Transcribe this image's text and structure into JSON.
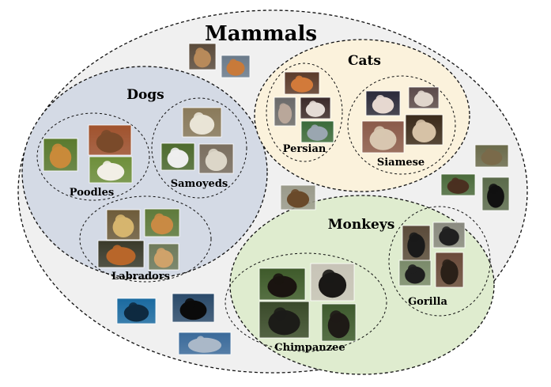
{
  "diagram": {
    "title": "Mammals",
    "groups": {
      "dogs": {
        "label": "Dogs",
        "subgroups": {
          "poodles": "Poodles",
          "samoyeds": "Samoyeds",
          "labradors": "Labradors"
        }
      },
      "cats": {
        "label": "Cats",
        "subgroups": {
          "persian": "Persian",
          "siamese": "Siamese"
        }
      },
      "monkeys": {
        "label": "Monkeys",
        "subgroups": {
          "chimpanzee": "Chimpanzee",
          "gorilla": "Gorilla"
        }
      }
    },
    "colors": {
      "mammals_fill": "#f0f0f0",
      "dogs_fill": "#d4dae5",
      "cats_fill": "#fbf2dc",
      "monkeys_fill": "#dfeccf",
      "outline": "#111111"
    },
    "photos": [
      {
        "name": "poodle-photo",
        "subject": "poodle",
        "c1": "#5a7a2e",
        "c2": "#c98a3a"
      },
      {
        "name": "poodle-photo",
        "subject": "poodle",
        "c1": "#a0522d",
        "c2": "#7a4a2a"
      },
      {
        "name": "poodle-photo",
        "subject": "poodle",
        "c1": "#6e8f3a",
        "c2": "#f2efe6"
      },
      {
        "name": "samoyed-photo",
        "subject": "samoyed",
        "c1": "#8a7a5a",
        "c2": "#e9e4d6"
      },
      {
        "name": "samoyed-photo",
        "subject": "samoyed",
        "c1": "#4d6a2d",
        "c2": "#eeeeee"
      },
      {
        "name": "samoyed-photo",
        "subject": "samoyed",
        "c1": "#7a6e5e",
        "c2": "#dcd6c8"
      },
      {
        "name": "labrador-photo",
        "subject": "labrador",
        "c1": "#6e5c3a",
        "c2": "#d6b56e"
      },
      {
        "name": "labrador-photo",
        "subject": "labrador",
        "c1": "#5e7a3a",
        "c2": "#c98a44"
      },
      {
        "name": "labrador-photo",
        "subject": "labrador",
        "c1": "#3a3a2a",
        "c2": "#b8662a"
      },
      {
        "name": "labrador-photo",
        "subject": "labrador",
        "c1": "#6e7a5a",
        "c2": "#cfa26a"
      },
      {
        "name": "persian-cat-photo",
        "subject": "persian cat",
        "c1": "#5a3a2a",
        "c2": "#d27a3a"
      },
      {
        "name": "persian-cat-photo",
        "subject": "persian cat",
        "c1": "#6a6a6a",
        "c2": "#b9a79a"
      },
      {
        "name": "persian-cat-photo",
        "subject": "persian cat",
        "c1": "#3a2a2a",
        "c2": "#e4dcd6"
      },
      {
        "name": "persian-cat-photo",
        "subject": "persian cat",
        "c1": "#3a6a3a",
        "c2": "#9aa6b0"
      },
      {
        "name": "siamese-cat-photo",
        "subject": "siamese cat",
        "c1": "#2a2a3a",
        "c2": "#e6d8d0"
      },
      {
        "name": "siamese-cat-photo",
        "subject": "siamese cat",
        "c1": "#5a4a4a",
        "c2": "#e0d6cc"
      },
      {
        "name": "siamese-cat-photo",
        "subject": "siamese cat",
        "c1": "#8a5a4a",
        "c2": "#d8c6b0"
      },
      {
        "name": "siamese-cat-photo",
        "subject": "siamese cat",
        "c1": "#3a2a1a",
        "c2": "#d6c2a6"
      },
      {
        "name": "chimpanzee-photo",
        "subject": "chimpanzee",
        "c1": "#3e5a2a",
        "c2": "#1a1410"
      },
      {
        "name": "chimpanzee-photo",
        "subject": "chimpanzee",
        "c1": "#c8c4b8",
        "c2": "#1a1816"
      },
      {
        "name": "chimpanzee-photo",
        "subject": "chimpanzee",
        "c1": "#3a4a2a",
        "c2": "#1c1c18"
      },
      {
        "name": "chimpanzee-photo",
        "subject": "chimpanzee",
        "c1": "#3e5a2e",
        "c2": "#1e1a16"
      },
      {
        "name": "gorilla-photo",
        "subject": "gorilla",
        "c1": "#5a4a3a",
        "c2": "#1a1a1a"
      },
      {
        "name": "gorilla-photo",
        "subject": "gorilla",
        "c1": "#8a8a80",
        "c2": "#202020"
      },
      {
        "name": "gorilla-photo",
        "subject": "gorilla",
        "c1": "#7a8a6a",
        "c2": "#1e1e1e"
      },
      {
        "name": "gorilla-photo",
        "subject": "gorilla",
        "c1": "#6a4a3a",
        "c2": "#2a2018"
      },
      {
        "name": "mammal-photo",
        "subject": "deer",
        "c1": "#5a4a3a",
        "c2": "#b88a5a"
      },
      {
        "name": "mammal-photo",
        "subject": "fox",
        "c1": "#6a7a8a",
        "c2": "#c87a3a"
      },
      {
        "name": "mammal-photo",
        "subject": "horse",
        "c1": "#9a9a8a",
        "c2": "#6a4a2a"
      },
      {
        "name": "mammal-photo",
        "subject": "bear",
        "c1": "#6a6a4a",
        "c2": "#7a6a4a"
      },
      {
        "name": "mammal-photo",
        "subject": "bear",
        "c1": "#4a6a3a",
        "c2": "#4a3020"
      },
      {
        "name": "mammal-photo",
        "subject": "bear",
        "c1": "#5a6a4a",
        "c2": "#111111"
      },
      {
        "name": "mammal-photo",
        "subject": "dolphin",
        "c1": "#1a6aa0",
        "c2": "#0e2a40"
      },
      {
        "name": "mammal-photo",
        "subject": "orca",
        "c1": "#2a4a6a",
        "c2": "#0a0a0a"
      },
      {
        "name": "mammal-photo",
        "subject": "whale",
        "c1": "#3a6a9a",
        "c2": "#aab8c8"
      }
    ]
  }
}
